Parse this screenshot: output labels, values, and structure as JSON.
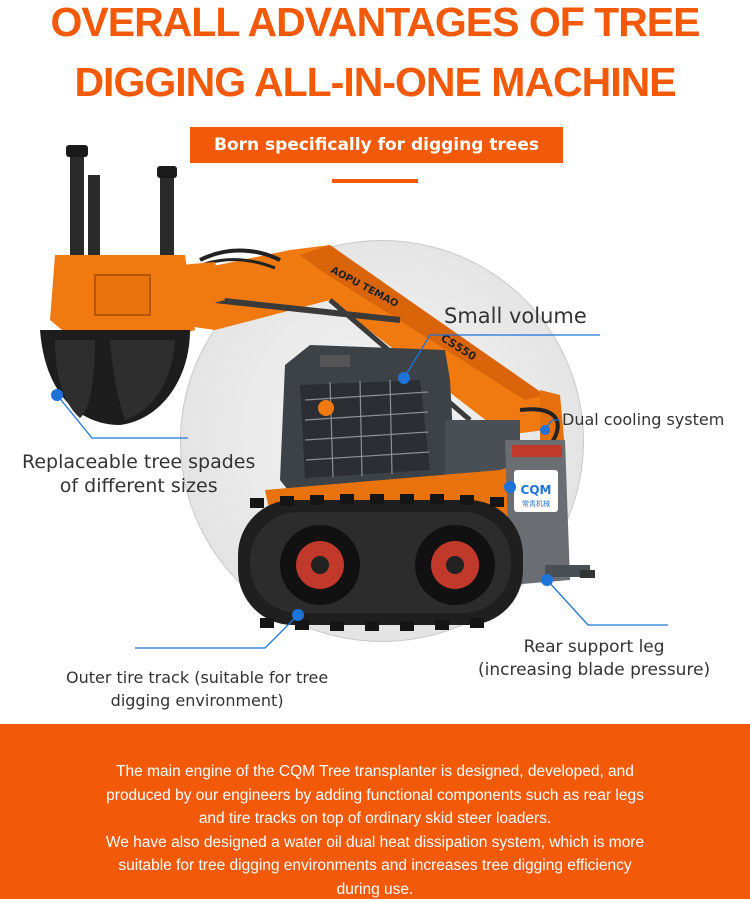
{
  "header": {
    "title_line1": "OVERALL ADVANTAGES OF TREE",
    "title_line2": "DIGGING ALL-IN-ONE MACHINE",
    "subtitle": "Born specifically for digging trees"
  },
  "machine": {
    "boom_text": "AOPU TEMAO",
    "model": "CS550",
    "brand": "CQM",
    "brand_sub": "常青机械"
  },
  "callouts": {
    "small_volume": "Small volume",
    "dual_cooling": "Dual cooling system",
    "spades_line1": "Replaceable tree spades",
    "spades_line2": "of different sizes",
    "rear_leg_line1": "Rear support leg",
    "rear_leg_line2": "(increasing blade pressure)",
    "track_line1": "Outer tire track (suitable for tree",
    "track_line2": "digging environment)"
  },
  "footer": {
    "line1": "The main engine of the CQM Tree transplanter is designed, developed, and",
    "line2": "produced by our engineers by adding functional components such as rear legs",
    "line3": "and tire tracks on top of ordinary skid steer loaders.",
    "line4": "We have also designed a water oil dual heat dissipation system, which is more",
    "line5": "suitable for tree digging environments and increases tree digging efficiency",
    "line6": "during use."
  },
  "colors": {
    "accent": "#f25a0a",
    "machine_orange": "#f07a10",
    "callout_blue": "#1e73d8"
  }
}
